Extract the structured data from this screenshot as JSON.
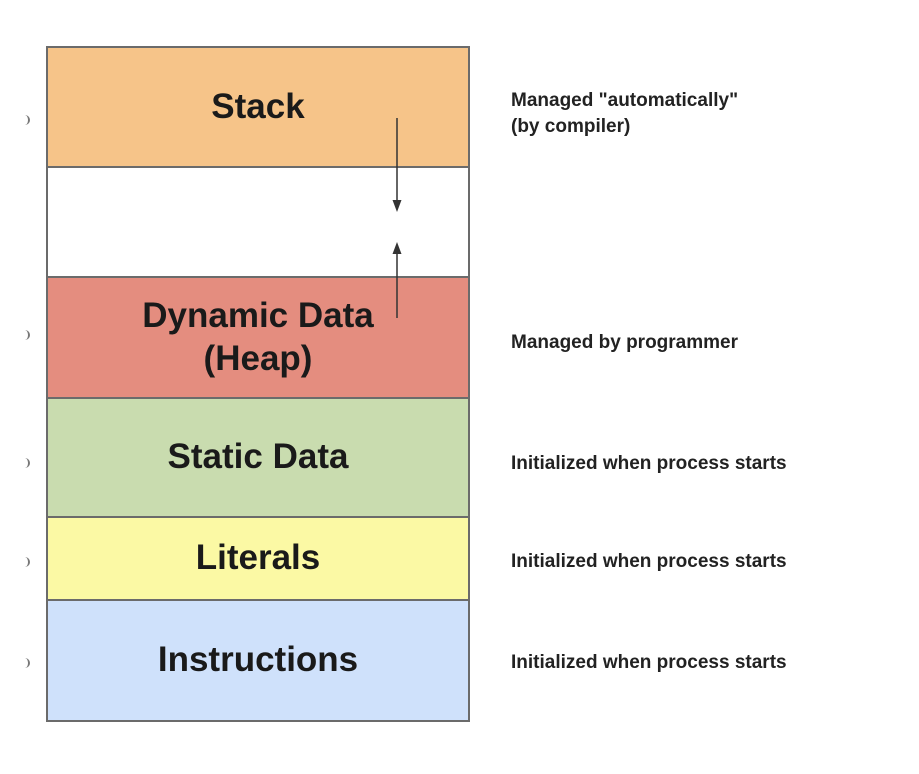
{
  "segments": {
    "stack": "Stack",
    "heap_line1": "Dynamic Data",
    "heap_line2": "(Heap)",
    "static": "Static Data",
    "literals": "Literals",
    "instructions": "Instructions"
  },
  "notes": {
    "stack_line1": "Managed \"automatically\"",
    "stack_line2": "(by compiler)",
    "heap": "Managed by programmer",
    "static": "Initialized when process starts",
    "literals": "Initialized when process starts",
    "instructions": "Initialized when process starts"
  },
  "colors": {
    "stack": "#f6c489",
    "free": "#ffffff",
    "heap": "#e48d7f",
    "static": "#c9dcaf",
    "literals": "#fbf9a4",
    "instructions": "#cfe1fb",
    "border": "#6b6b6b"
  },
  "arrows": {
    "stack_growth": "down",
    "heap_growth": "up"
  }
}
